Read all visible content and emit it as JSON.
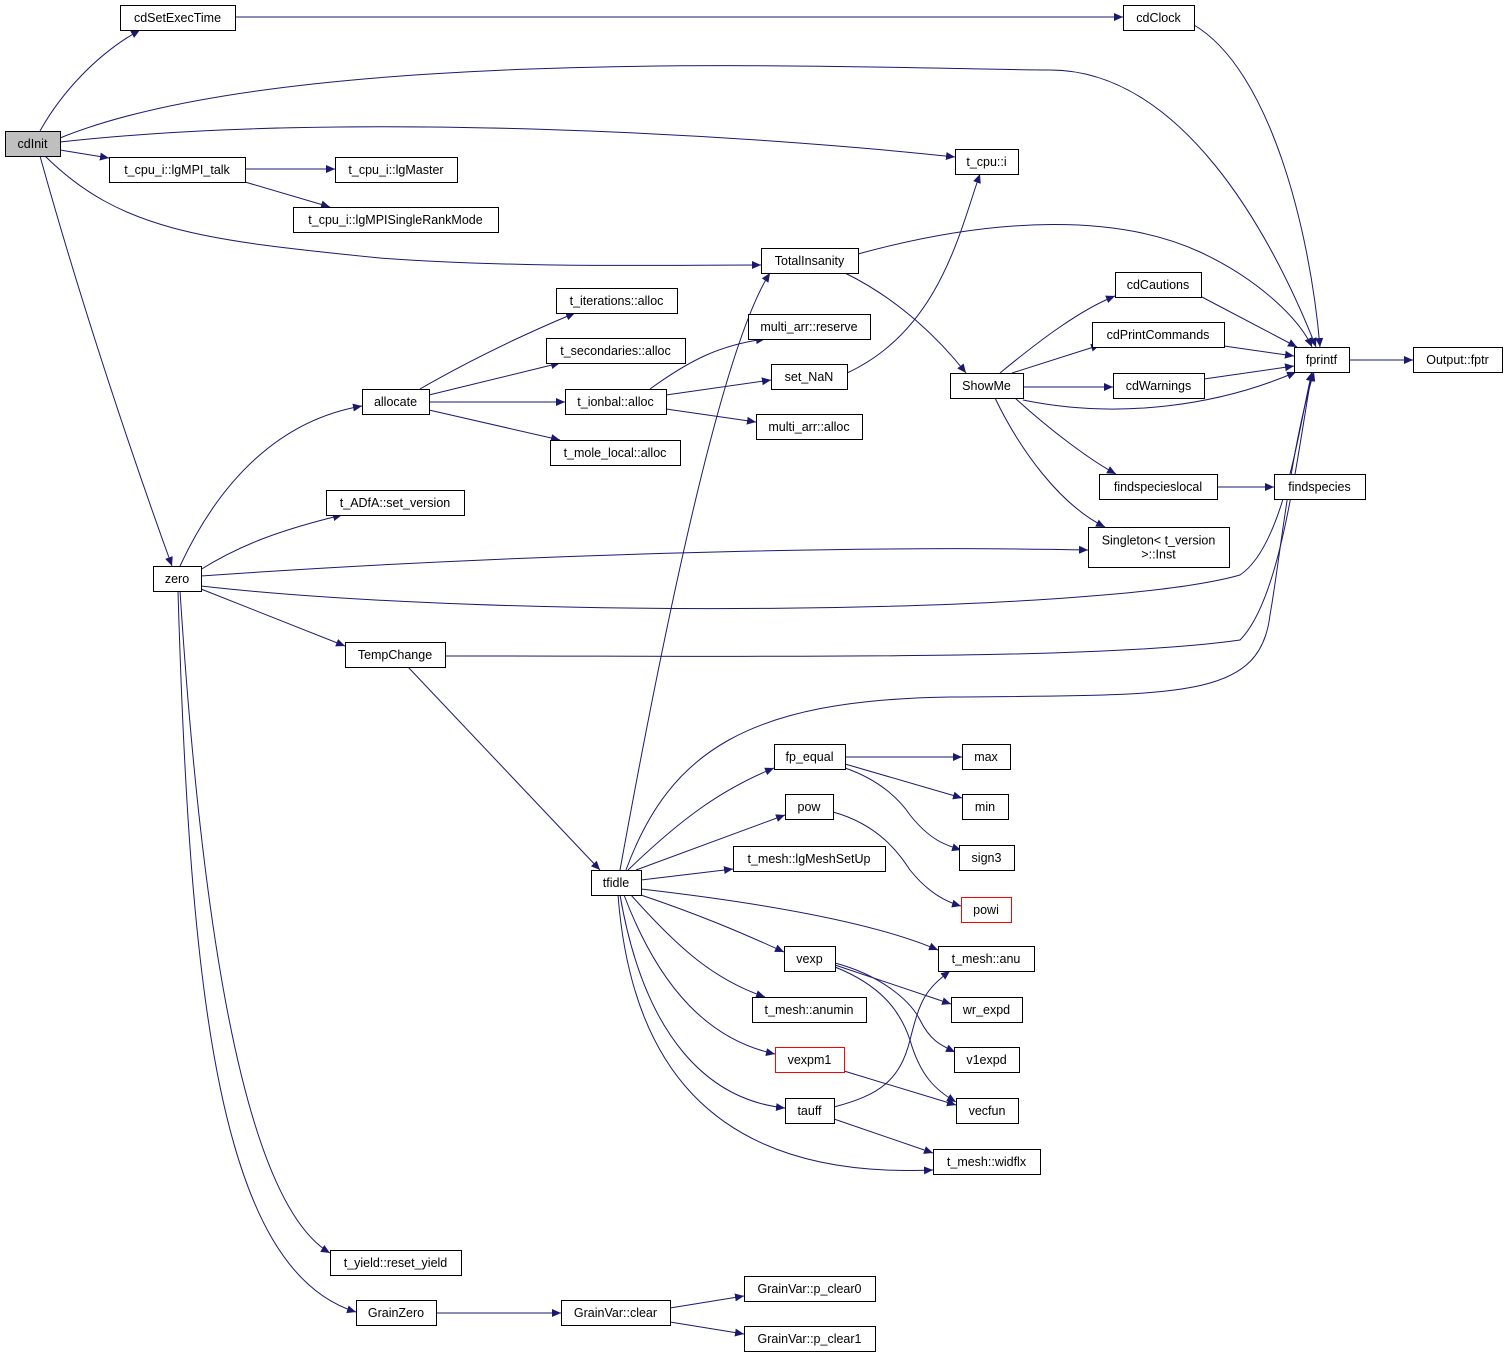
{
  "graph": {
    "edge_color": "#191970",
    "root_fill": "#bfbfbf",
    "truncated_border_color": "#ff0000",
    "nodes": [
      {
        "id": "cdInit",
        "label": "cdInit",
        "root": true
      },
      {
        "id": "cdSetExecTime",
        "label": "cdSetExecTime"
      },
      {
        "id": "cdClock",
        "label": "cdClock"
      },
      {
        "id": "fprintf",
        "label": "fprintf"
      },
      {
        "id": "Output_fptr",
        "label": "Output::fptr"
      },
      {
        "id": "t_cpu_i",
        "label": "t_cpu::i"
      },
      {
        "id": "lgMPI_talk",
        "label": "t_cpu_i::lgMPI_talk"
      },
      {
        "id": "lgMaster",
        "label": "t_cpu_i::lgMaster"
      },
      {
        "id": "lgMPISingleRankMode",
        "label": "t_cpu_i::lgMPISingleRankMode"
      },
      {
        "id": "TotalInsanity",
        "label": "TotalInsanity"
      },
      {
        "id": "ShowMe",
        "label": "ShowMe"
      },
      {
        "id": "cdCautions",
        "label": "cdCautions"
      },
      {
        "id": "cdPrintCommands",
        "label": "cdPrintCommands"
      },
      {
        "id": "cdWarnings",
        "label": "cdWarnings"
      },
      {
        "id": "findspecieslocal",
        "label": "findspecieslocal"
      },
      {
        "id": "findspecies",
        "label": "findspecies"
      },
      {
        "id": "Singleton_Inst",
        "label": "Singleton< t_version\n>::Inst"
      },
      {
        "id": "t_iterations_alloc",
        "label": "t_iterations::alloc"
      },
      {
        "id": "t_secondaries_alloc",
        "label": "t_secondaries::alloc"
      },
      {
        "id": "allocate",
        "label": "allocate"
      },
      {
        "id": "t_ionbal_alloc",
        "label": "t_ionbal::alloc"
      },
      {
        "id": "t_mole_local_alloc",
        "label": "t_mole_local::alloc"
      },
      {
        "id": "multi_arr_reserve",
        "label": "multi_arr::reserve"
      },
      {
        "id": "set_NaN",
        "label": "set_NaN"
      },
      {
        "id": "multi_arr_alloc",
        "label": "multi_arr::alloc"
      },
      {
        "id": "set_version",
        "label": "t_ADfA::set_version"
      },
      {
        "id": "zero",
        "label": "zero"
      },
      {
        "id": "TempChange",
        "label": "TempChange"
      },
      {
        "id": "tfidle",
        "label": "tfidle"
      },
      {
        "id": "fp_equal",
        "label": "fp_equal"
      },
      {
        "id": "max",
        "label": "max"
      },
      {
        "id": "min",
        "label": "min"
      },
      {
        "id": "sign3",
        "label": "sign3"
      },
      {
        "id": "pow",
        "label": "pow"
      },
      {
        "id": "powi",
        "label": "powi",
        "truncated": true
      },
      {
        "id": "lgMeshSetUp",
        "label": "t_mesh::lgMeshSetUp"
      },
      {
        "id": "vexp",
        "label": "vexp"
      },
      {
        "id": "t_mesh_anu",
        "label": "t_mesh::anu"
      },
      {
        "id": "wr_expd",
        "label": "wr_expd"
      },
      {
        "id": "t_mesh_anumin",
        "label": "t_mesh::anumin"
      },
      {
        "id": "v1expd",
        "label": "v1expd"
      },
      {
        "id": "vexpm1",
        "label": "vexpm1",
        "truncated": true
      },
      {
        "id": "vecfun",
        "label": "vecfun"
      },
      {
        "id": "tauff",
        "label": "tauff"
      },
      {
        "id": "t_mesh_widflx",
        "label": "t_mesh::widflx"
      },
      {
        "id": "reset_yield",
        "label": "t_yield::reset_yield"
      },
      {
        "id": "GrainZero",
        "label": "GrainZero"
      },
      {
        "id": "GrainVar_clear",
        "label": "GrainVar::clear"
      },
      {
        "id": "p_clear0",
        "label": "GrainVar::p_clear0"
      },
      {
        "id": "p_clear1",
        "label": "GrainVar::p_clear1"
      }
    ],
    "edges": [
      {
        "from": "cdInit",
        "to": "cdSetExecTime"
      },
      {
        "from": "cdSetExecTime",
        "to": "cdClock"
      },
      {
        "from": "cdClock",
        "to": "fprintf"
      },
      {
        "from": "cdInit",
        "to": "fprintf"
      },
      {
        "from": "cdInit",
        "to": "t_cpu_i"
      },
      {
        "from": "cdInit",
        "to": "lgMPI_talk"
      },
      {
        "from": "lgMPI_talk",
        "to": "lgMaster"
      },
      {
        "from": "lgMPI_talk",
        "to": "lgMPISingleRankMode"
      },
      {
        "from": "cdInit",
        "to": "TotalInsanity"
      },
      {
        "from": "cdInit",
        "to": "zero"
      },
      {
        "from": "fprintf",
        "to": "Output_fptr"
      },
      {
        "from": "TotalInsanity",
        "to": "fprintf"
      },
      {
        "from": "TotalInsanity",
        "to": "ShowMe"
      },
      {
        "from": "ShowMe",
        "to": "cdCautions"
      },
      {
        "from": "ShowMe",
        "to": "cdPrintCommands"
      },
      {
        "from": "ShowMe",
        "to": "cdWarnings"
      },
      {
        "from": "ShowMe",
        "to": "fprintf"
      },
      {
        "from": "ShowMe",
        "to": "findspecieslocal"
      },
      {
        "from": "ShowMe",
        "to": "Singleton_Inst"
      },
      {
        "from": "cdCautions",
        "to": "fprintf"
      },
      {
        "from": "cdPrintCommands",
        "to": "fprintf"
      },
      {
        "from": "cdWarnings",
        "to": "fprintf"
      },
      {
        "from": "findspecieslocal",
        "to": "findspecies"
      },
      {
        "from": "set_NaN",
        "to": "t_cpu_i"
      },
      {
        "from": "allocate",
        "to": "t_iterations_alloc"
      },
      {
        "from": "allocate",
        "to": "t_secondaries_alloc"
      },
      {
        "from": "allocate",
        "to": "t_ionbal_alloc"
      },
      {
        "from": "allocate",
        "to": "t_mole_local_alloc"
      },
      {
        "from": "t_ionbal_alloc",
        "to": "multi_arr_reserve"
      },
      {
        "from": "t_ionbal_alloc",
        "to": "set_NaN"
      },
      {
        "from": "t_ionbal_alloc",
        "to": "multi_arr_alloc"
      },
      {
        "from": "zero",
        "to": "allocate"
      },
      {
        "from": "zero",
        "to": "set_version"
      },
      {
        "from": "zero",
        "to": "Singleton_Inst"
      },
      {
        "from": "zero",
        "to": "fprintf"
      },
      {
        "from": "zero",
        "to": "TempChange"
      },
      {
        "from": "zero",
        "to": "reset_yield"
      },
      {
        "from": "zero",
        "to": "GrainZero"
      },
      {
        "from": "TempChange",
        "to": "fprintf"
      },
      {
        "from": "TempChange",
        "to": "tfidle"
      },
      {
        "from": "tfidle",
        "to": "TotalInsanity"
      },
      {
        "from": "tfidle",
        "to": "fprintf"
      },
      {
        "from": "tfidle",
        "to": "fp_equal"
      },
      {
        "from": "tfidle",
        "to": "pow"
      },
      {
        "from": "tfidle",
        "to": "lgMeshSetUp"
      },
      {
        "from": "tfidle",
        "to": "t_mesh_anu"
      },
      {
        "from": "tfidle",
        "to": "vexp"
      },
      {
        "from": "tfidle",
        "to": "t_mesh_anumin"
      },
      {
        "from": "tfidle",
        "to": "vexpm1"
      },
      {
        "from": "tfidle",
        "to": "tauff"
      },
      {
        "from": "tfidle",
        "to": "t_mesh_widflx"
      },
      {
        "from": "fp_equal",
        "to": "max"
      },
      {
        "from": "fp_equal",
        "to": "min"
      },
      {
        "from": "fp_equal",
        "to": "sign3"
      },
      {
        "from": "pow",
        "to": "powi"
      },
      {
        "from": "vexp",
        "to": "wr_expd"
      },
      {
        "from": "vexp",
        "to": "v1expd"
      },
      {
        "from": "vexp",
        "to": "vecfun"
      },
      {
        "from": "vexpm1",
        "to": "vecfun"
      },
      {
        "from": "tauff",
        "to": "t_mesh_anu"
      },
      {
        "from": "tauff",
        "to": "t_mesh_widflx"
      },
      {
        "from": "GrainZero",
        "to": "GrainVar_clear"
      },
      {
        "from": "GrainVar_clear",
        "to": "p_clear0"
      },
      {
        "from": "GrainVar_clear",
        "to": "p_clear1"
      }
    ]
  }
}
